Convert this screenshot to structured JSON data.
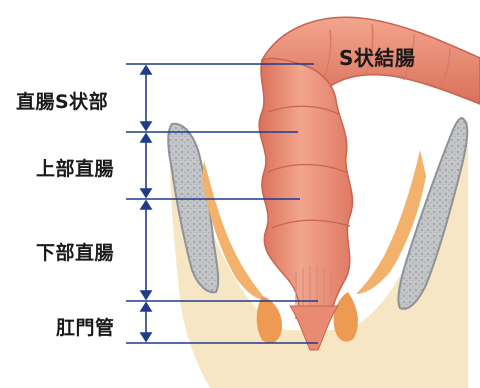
{
  "labels": {
    "rectosigmoid": "直腸S状部",
    "upper_rectum": "上部直腸",
    "lower_rectum": "下部直腸",
    "anal_canal": "肛門管",
    "sigmoid_colon": "S状結腸"
  },
  "colors": {
    "guide_line": "#1f3b8c",
    "colon": "#e98a72",
    "colon_outline": "#c8644f",
    "fat": "#f7e6c4",
    "muscle": "#ef9a52",
    "bone": "#b9bcbf",
    "bone_outline": "#8f9296"
  }
}
